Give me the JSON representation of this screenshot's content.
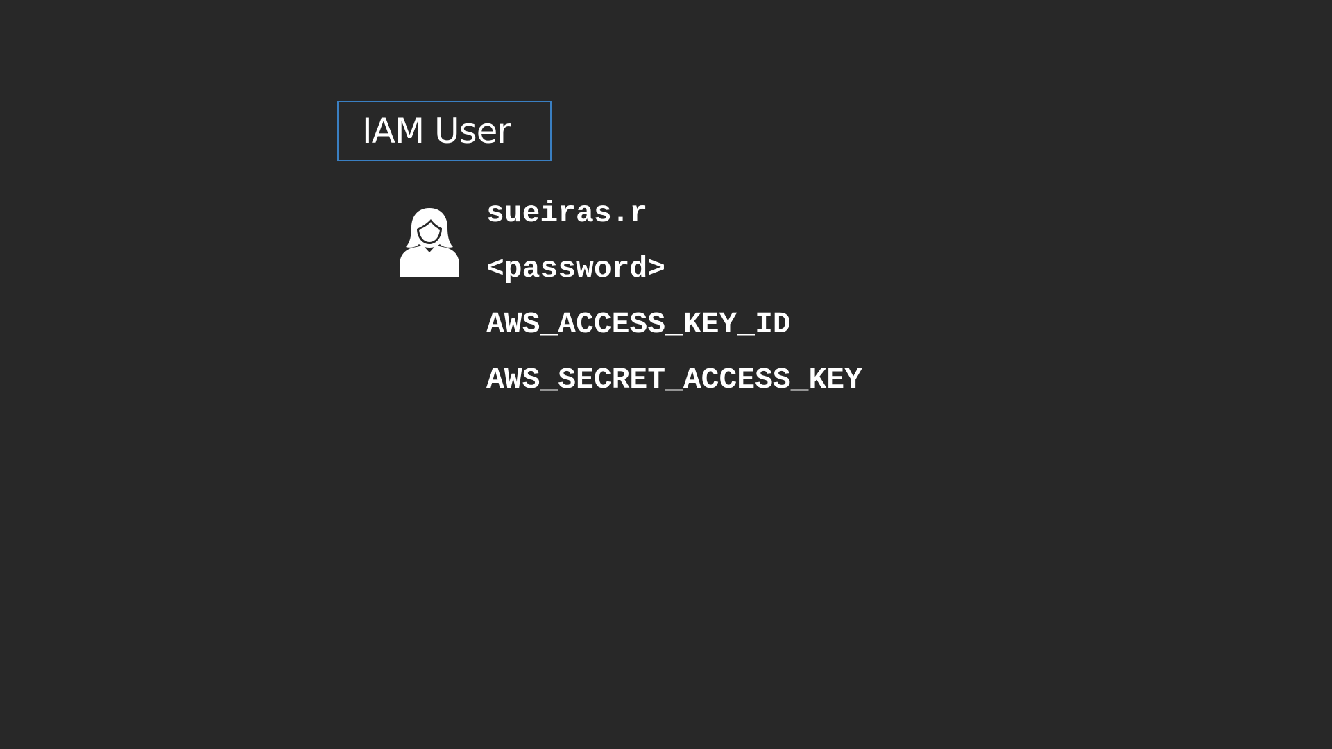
{
  "title_box": {
    "label": "IAM User",
    "border_color": "#3a7fc2"
  },
  "user": {
    "icon": "female-user-icon",
    "credentials": [
      "sueiras.r",
      "<password>",
      "AWS_ACCESS_KEY_ID",
      "AWS_SECRET_ACCESS_KEY"
    ]
  },
  "colors": {
    "background": "#282828",
    "text": "#ffffff"
  }
}
